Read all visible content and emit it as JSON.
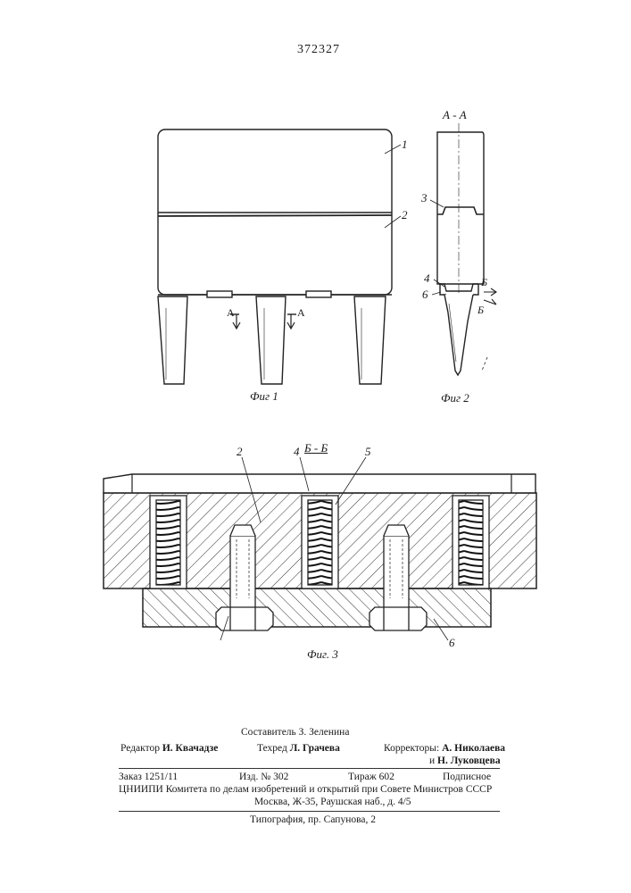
{
  "patent_number": "372327",
  "figures": {
    "fig1": {
      "caption": "Фиг 1",
      "labels": {
        "part1": "1",
        "part2": "2",
        "sectionA1": "A",
        "sectionA2": "A"
      }
    },
    "fig2": {
      "caption": "Фиг 2",
      "section_title": "А - А",
      "labels": {
        "part3": "3",
        "part4": "4",
        "part6": "6",
        "sectionB1": "Б",
        "sectionB2": "Б"
      }
    },
    "fig3": {
      "caption": "Фиг. 3",
      "section_title": "Б - Б",
      "labels": {
        "part2": "2",
        "part4": "4",
        "part5": "5",
        "part6": "6"
      }
    }
  },
  "footer": {
    "compiler": "Составитель З. Зеленина",
    "editor_label": "Редактор",
    "editor_name": "И. Квачадзе",
    "techred_label": "Техред",
    "techred_name": "Л. Грачева",
    "correctors_label": "Корректоры:",
    "corrector1": "А. Николаева",
    "corrector2_prefix": "и",
    "corrector2": "Н. Луковцева",
    "order": "Заказ 1251/11",
    "edition": "Изд. № 302",
    "circulation": "Тираж 602",
    "subscription": "Подписное",
    "org_line1": "ЦНИИПИ Комитета по делам изобретений и открытий при Совете Министров СССР",
    "org_line2": "Москва, Ж-35, Раушская наб., д. 4/5",
    "printer": "Типография, пр. Сапунова, 2"
  }
}
